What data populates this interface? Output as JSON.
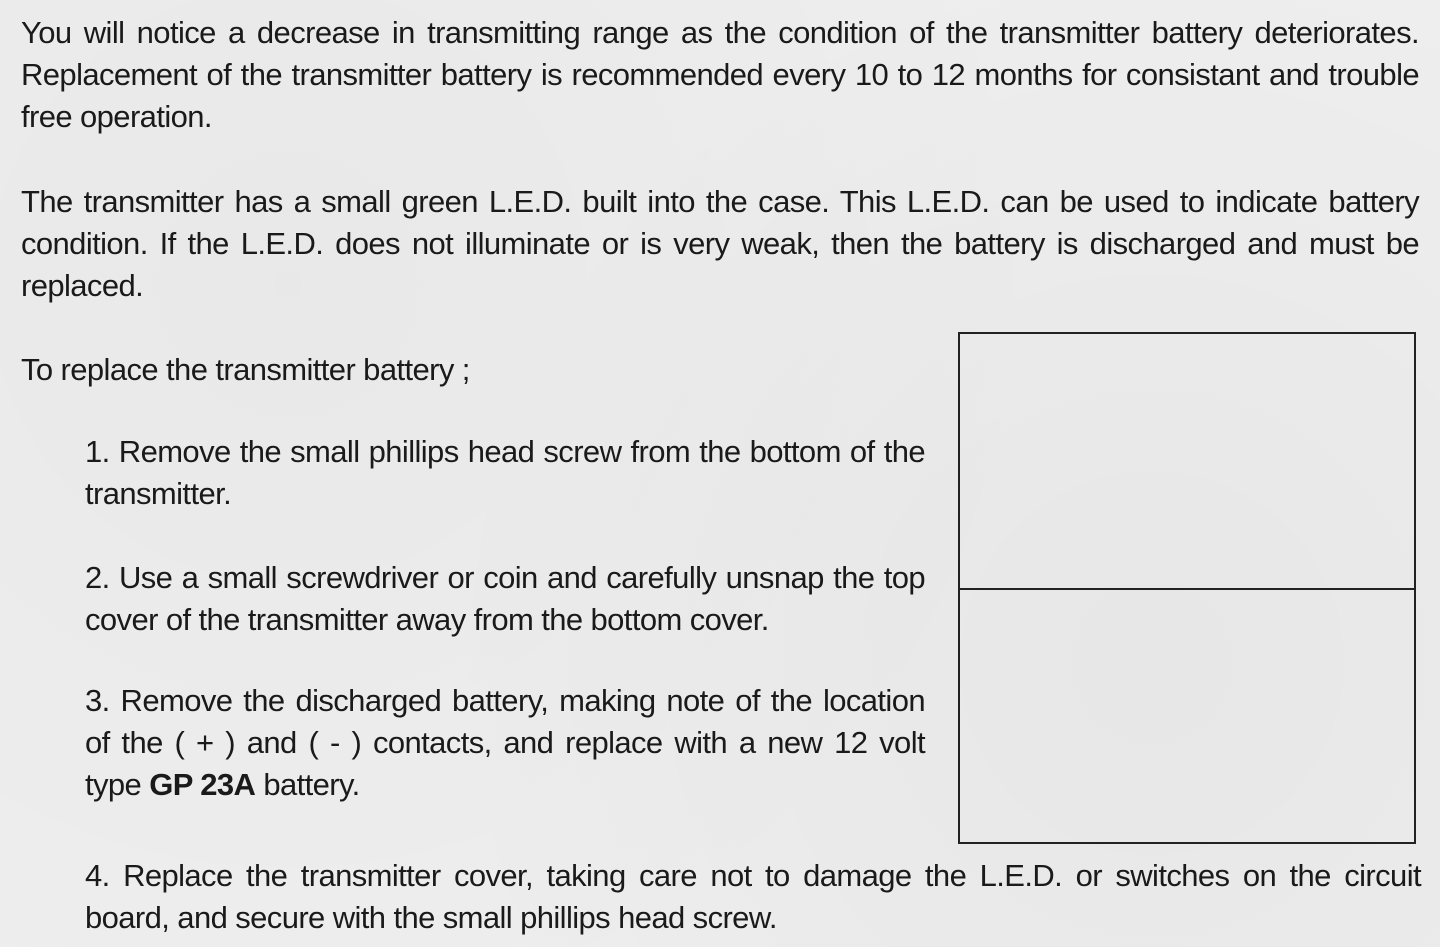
{
  "paragraphs": {
    "p1": "You will notice a decrease in transmitting range as the condition of the transmitter battery deteriorates. Replacement of the transmitter battery is recommended every 10 to 12 months for consistant and trouble free operation.",
    "p2": "The transmitter has a small green L.E.D. built into the case. This L.E.D. can be used to indicate battery condition. If the L.E.D. does not illuminate or is very weak, then the battery is discharged and must be replaced."
  },
  "intro": "To replace the transmitter battery ;",
  "steps": {
    "s1": "1. Remove the small phillips head screw from the bottom of the transmitter.",
    "s2": "2. Use a small screwdriver or coin and carefully unsnap the top cover of the transmitter away from the bottom cover.",
    "s3_pre": "3. Remove the discharged battery, making note of the location of the ( + ) and ( - ) contacts, and replace with a new 12 volt type ",
    "s3_bold": "GP 23A",
    "s3_post": " battery.",
    "s4": "4. Replace the transmitter cover, taking care not to damage the L.E.D. or switches on the circuit board, and secure with the small phillips head screw."
  }
}
